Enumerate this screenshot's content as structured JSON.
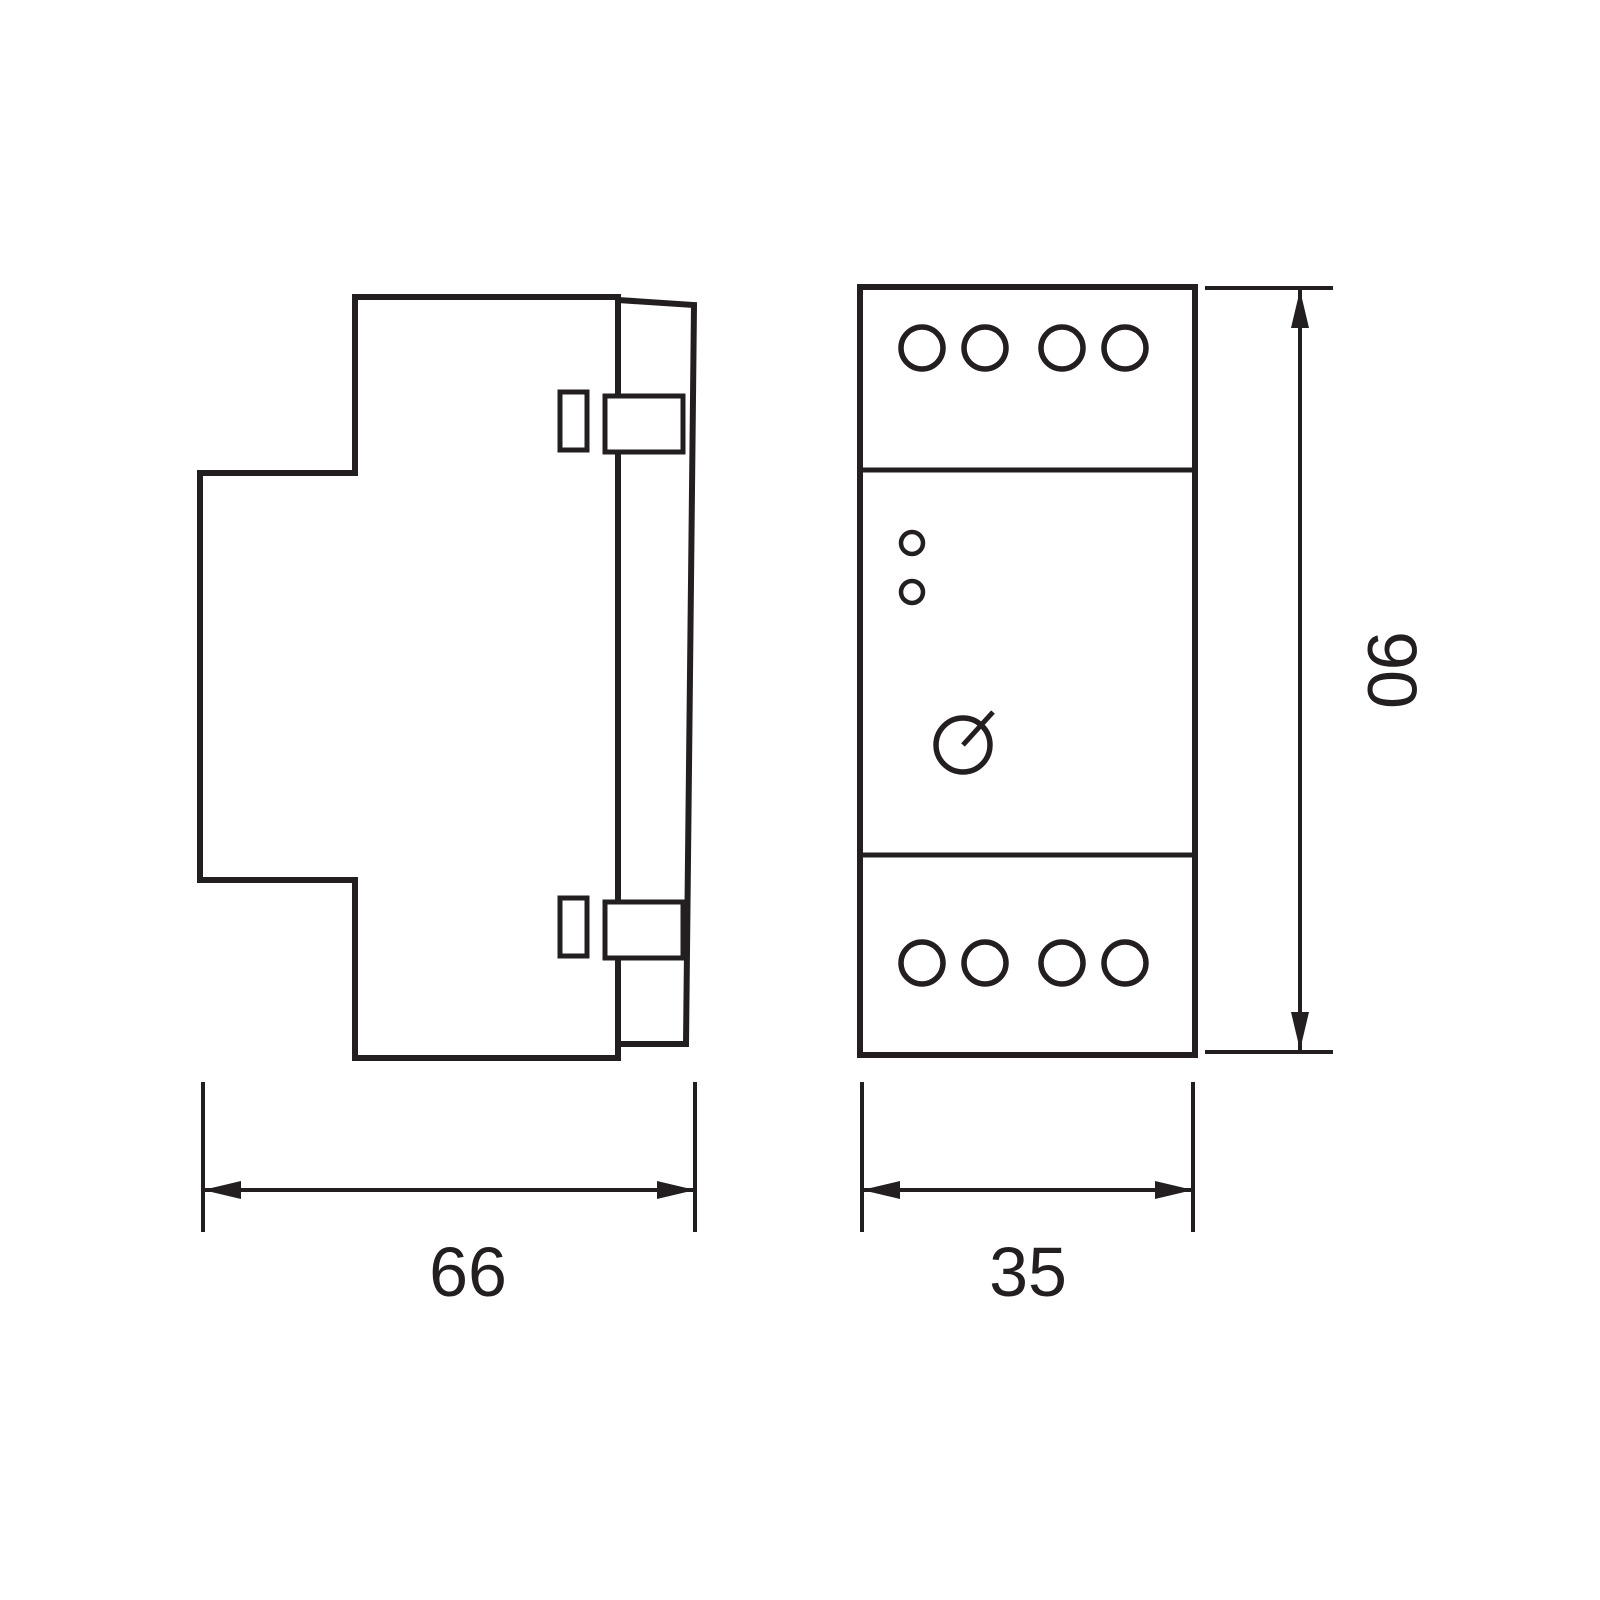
{
  "page": {
    "background_color": "#ffffff"
  },
  "drawing": {
    "stroke_color": "#231f20",
    "side_view": {
      "name": "side-profile-with-din-clip",
      "latch_tabs": 2
    },
    "front_view": {
      "name": "front-face-din-module",
      "top_terminal_screws": 4,
      "bottom_terminal_screws": 4,
      "led_indicators": 2,
      "rotary_knob": 1
    },
    "dimensions": {
      "side_width": {
        "label": "66"
      },
      "front_width": {
        "label": "35"
      },
      "height": {
        "label": "90"
      }
    }
  }
}
